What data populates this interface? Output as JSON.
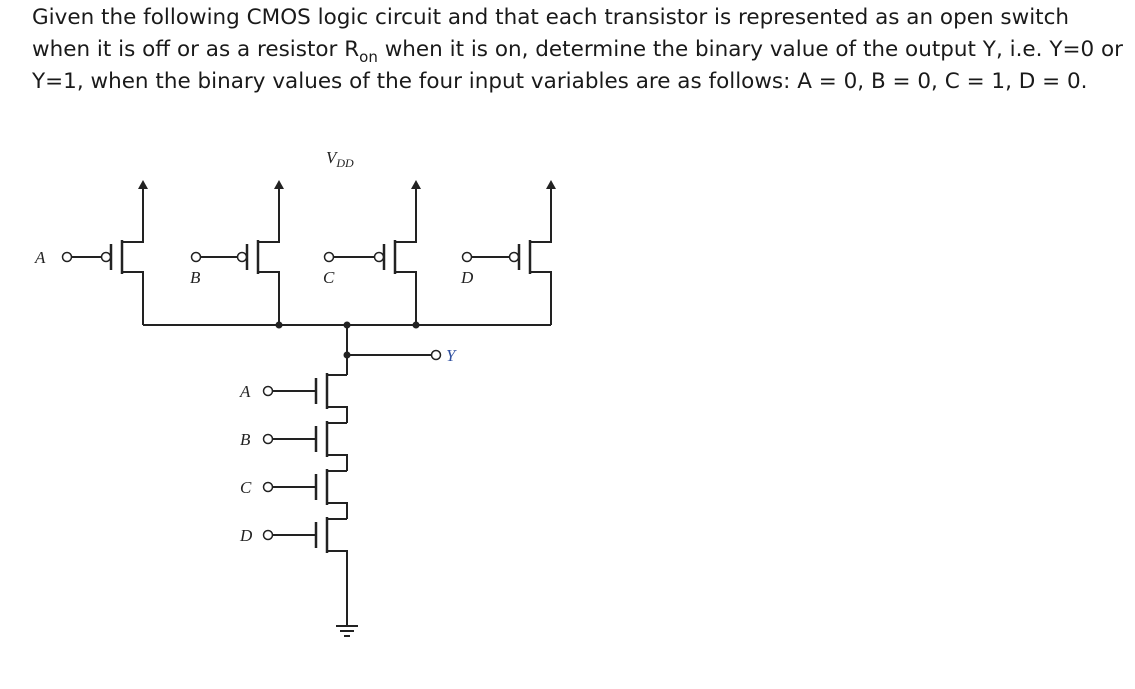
{
  "question": {
    "part1": "Given the following CMOS logic circuit and that each transistor is represented as an open switch",
    "part2": "when it is off or as a resistor R",
    "sub": "on",
    "part3": " when it is on, determine the binary value of the output Y, i.e. Y=0 or",
    "part4": "Y=1, when the binary values of the four input variables are as follows:  A = 0, B = 0, C = 1, D = 0."
  },
  "circuit": {
    "vdd": {
      "main": "V",
      "sub": "DD"
    },
    "output_label": "Y",
    "pmos_inputs": [
      "A",
      "B",
      "C",
      "D"
    ],
    "nmos_inputs": [
      "A",
      "B",
      "C",
      "D"
    ]
  }
}
